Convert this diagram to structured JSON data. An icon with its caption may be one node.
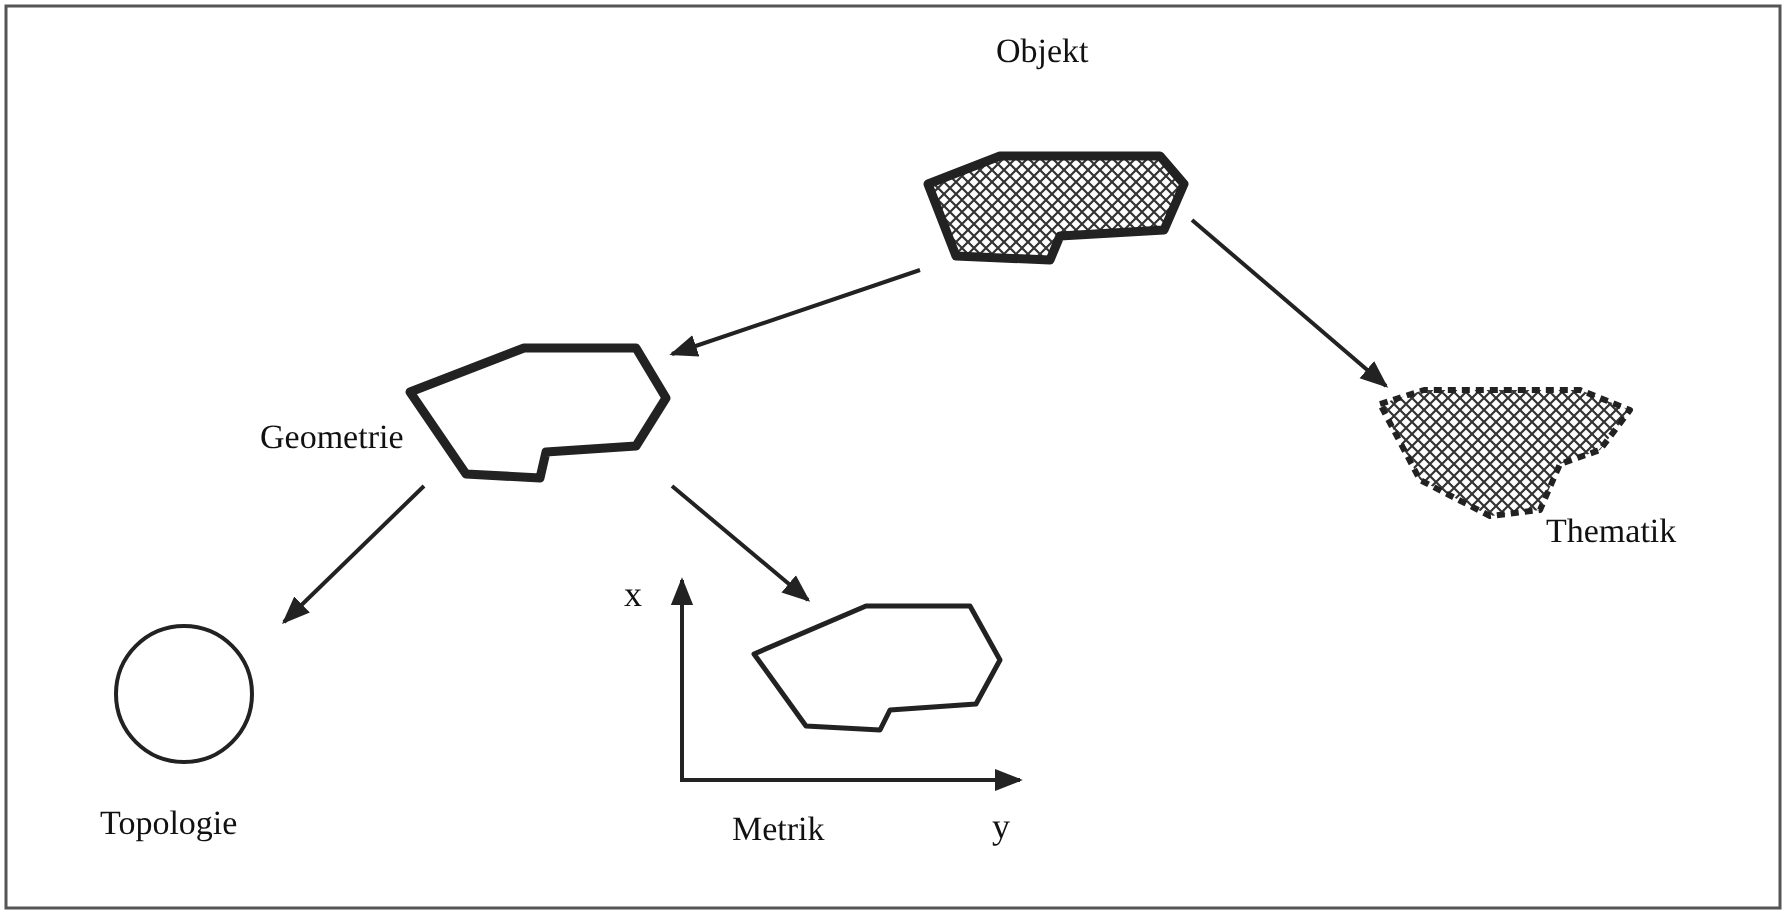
{
  "diagram": {
    "nodes": [
      {
        "text": [
          "Objekt"
        ]
      },
      {
        "text": [
          "Geometrie"
        ]
      },
      {
        "text": [
          "Thematik"
        ]
      },
      {
        "text": [
          "Topologie"
        ]
      },
      {
        "text": [
          "Metrik"
        ]
      }
    ],
    "edges": [
      {
        "from": 0,
        "to": 1,
        "arrow": "to"
      },
      {
        "from": 0,
        "to": 2,
        "arrow": "to"
      },
      {
        "from": 1,
        "to": 3,
        "arrow": "to"
      },
      {
        "from": 1,
        "to": 4,
        "arrow": "to"
      }
    ],
    "labels": [
      "x",
      "y"
    ]
  }
}
